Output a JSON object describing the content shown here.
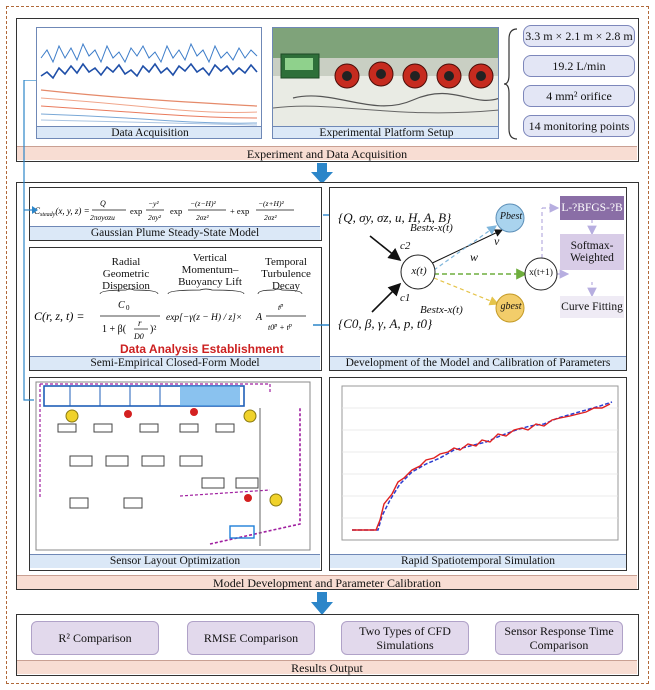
{
  "section1": {
    "title": "Experiment and Data Acquisition",
    "thumb1_caption": "Data Acquisition",
    "thumb2_caption": "Experimental Platform Setup",
    "specs": [
      "3.3 m × 2.1 m × 2.8 m",
      "19.2 L/min",
      "4 mm² orifice",
      "14 monitoring points"
    ]
  },
  "section2": {
    "title": "Model Development and Parameter Calibration",
    "gaussian_caption": "Gaussian Plume Steady-State Model",
    "semi_caption": "Semi-Empirical Closed-Form Model",
    "data_analysis": "Data Analysis Establishment",
    "headers": [
      "Radial Geometric Dispersion",
      "Vertical Momentum–Buoyancy Lift",
      "Temporal Turbulence Decay"
    ],
    "param_set1": "{Q, σy, σz, u, H, A, B}",
    "param_set2": "{C0, β, γ, A, p, t0}",
    "pso": {
      "xt": "x(t)",
      "xt1": "x(t+1)",
      "v": "v",
      "w": "w",
      "c1": "c1",
      "c2": "c2",
      "pbest": "Pbest",
      "gbest": "gbest",
      "bestx1": "Bestx-x(t)",
      "bestx2": "Bestx-x(t)"
    },
    "boxes": [
      "L-?BFGS-?B",
      "Softmax-Weighted",
      "Curve Fitting"
    ],
    "development_caption": "Development of the Model and Calibration of Parameters",
    "sensor_caption": "Sensor Layout Optimization",
    "sim_caption": "Rapid Spatiotemporal Simulation"
  },
  "section3": {
    "title": "Results Output",
    "items": [
      "R² Comparison",
      "RMSE Comparison",
      "Two Types of CFD Simulations",
      "Sensor Response Time Comparison"
    ]
  },
  "colors": {
    "accent_blue": "#2c86c9",
    "dashed_border": "#b0693a",
    "bar": "#f8ddd3",
    "caption": "#dbe8f7"
  }
}
